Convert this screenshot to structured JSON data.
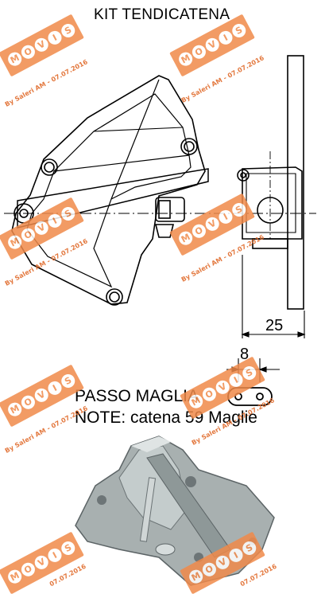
{
  "title": "KIT TENDICATENA",
  "dimensions": {
    "width_label": "25",
    "pitch_label": "8"
  },
  "notes": {
    "pitch_label": "PASSO MAGLIA",
    "chain_note": "NOTE: catena 59 Maglie"
  },
  "watermark": {
    "letters": [
      "M",
      "O",
      "V",
      "I",
      "S"
    ],
    "caption": "By Saleri AM - 07.07.2016"
  },
  "colors": {
    "watermark": "#f08a4a",
    "photo_metal": "#9aa3a3",
    "line": "#000000"
  },
  "photo": {
    "subject": "chain tensioner bracket photo"
  }
}
